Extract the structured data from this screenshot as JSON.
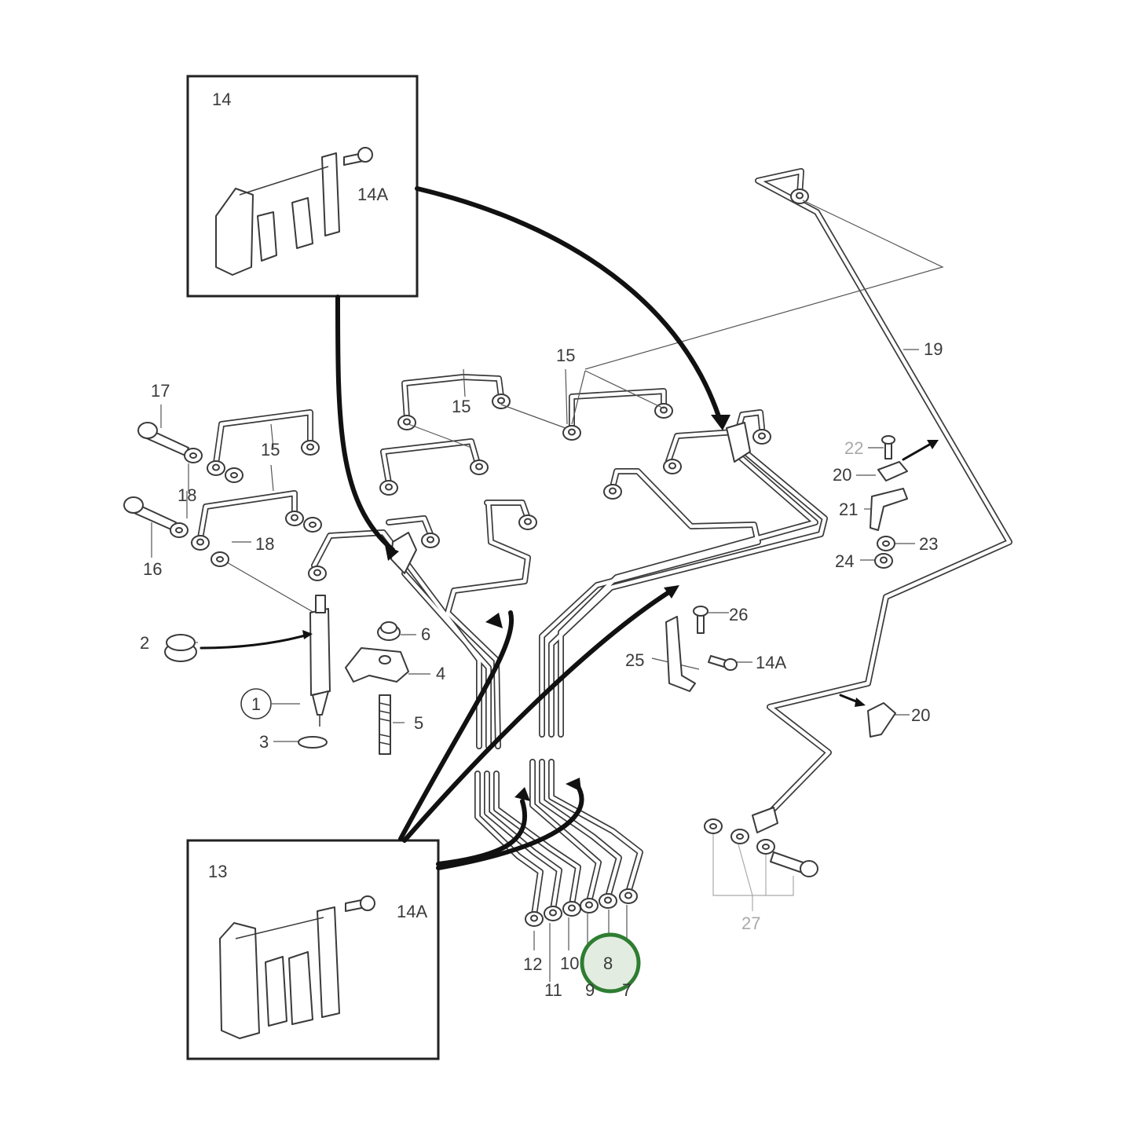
{
  "labels": {
    "l1": "1",
    "l2": "2",
    "l3": "3",
    "l4": "4",
    "l5": "5",
    "l6": "6",
    "l7": "7",
    "l8": "8",
    "l9": "9",
    "l10": "10",
    "l11": "11",
    "l12": "12",
    "l13": "13",
    "l14": "14",
    "l14a_top": "14A",
    "l14a_mid": "14A",
    "l14a_bottom": "14A",
    "l15a": "15",
    "l15b": "15",
    "l15c": "15",
    "l16": "16",
    "l17": "17",
    "l18a": "18",
    "l18b": "18",
    "l19": "19",
    "l20a": "20",
    "l20b": "20",
    "l21": "21",
    "l22": "22",
    "l23": "23",
    "l24": "24",
    "l25": "25",
    "l26": "26",
    "l27": "27"
  },
  "colors": {
    "line": "#3a3a3a",
    "highlight_ring": "#2e7d32",
    "highlight_fill": "#e3ece1",
    "gray_label": "#a9a9a9"
  }
}
